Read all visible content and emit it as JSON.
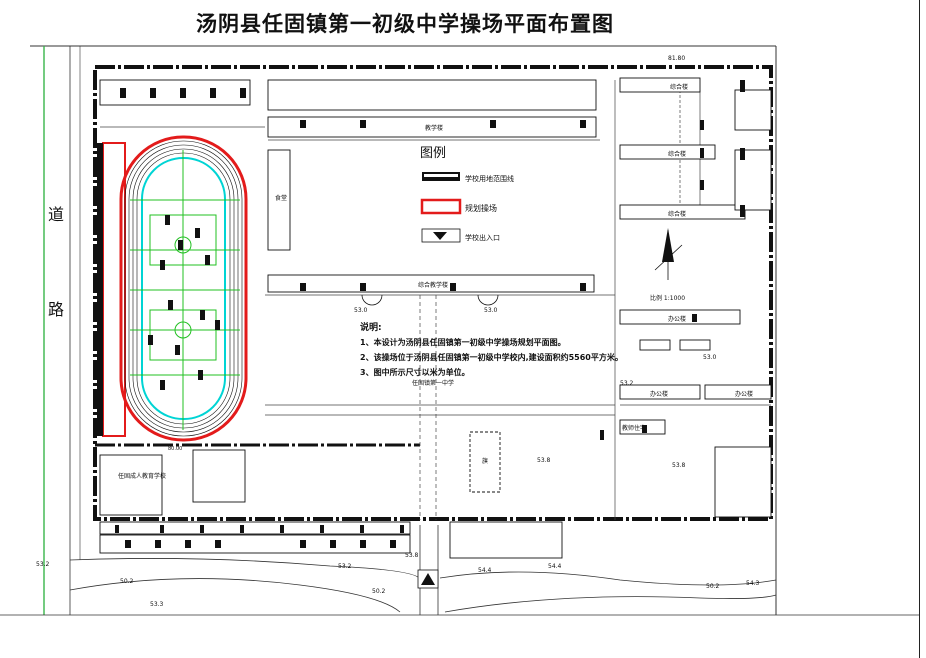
{
  "title": "汤阴县任固镇第一初级中学操场平面布置图",
  "road_labels": [
    "道",
    "路"
  ],
  "legend": {
    "heading": "图例",
    "items": [
      {
        "label": "学校用地范围线"
      },
      {
        "label": "规划操场"
      },
      {
        "label": "学校出入口"
      }
    ]
  },
  "notes": {
    "heading": "说明:",
    "lines": [
      "1、本设计为汤阴县任固镇第一初级中学操场规划平面图。",
      "2、该操场位于汤阴县任固镇第一初级中学校内,建设面积约5560平方米。",
      "3、图中所示尺寸以米为单位。"
    ]
  },
  "building_labels": {
    "teaching_top": "教学楼",
    "teaching_mid": "综合教学楼",
    "canteen": "食堂",
    "dorm1": "综合楼",
    "dorm2": "综合楼",
    "dorm3": "综合楼",
    "office": "办公楼",
    "office2": "办公楼",
    "office3": "办公楼",
    "teacher": "教师住宅",
    "adult_school": "任固成人教育学校",
    "school_name": "任固镇第一中学",
    "flag": "旗",
    "scale": "比例 1:1000"
  },
  "elevations": [
    "53.0",
    "53.0",
    "53.0",
    "53.8",
    "53.8",
    "53.2",
    "53.2",
    "53.8",
    "54.4",
    "54.4",
    "50.2",
    "50.2",
    "50.2",
    "54.3",
    "53.3",
    "53.2"
  ],
  "dimensions": {
    "top_right": "81.80",
    "bottom": "80.00"
  },
  "colors": {
    "boundary": "#111111",
    "track": "#e31b1b",
    "field": "#00d4d4",
    "green": "#22c022",
    "ink": "#222222"
  }
}
